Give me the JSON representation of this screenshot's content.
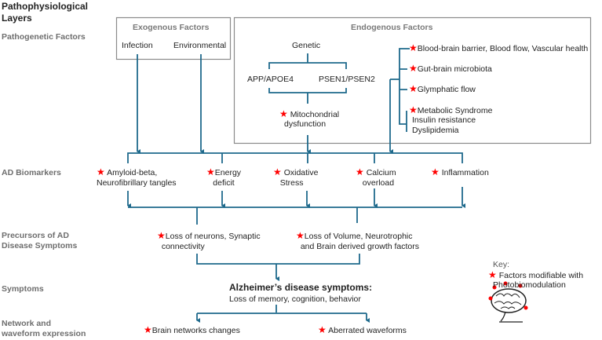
{
  "layers": {
    "title": "Pathophysiological Layers",
    "pathogenetic": "Pathogenetic Factors",
    "biomarkers": "AD Biomarkers",
    "precursors_1": "Precursors of AD",
    "precursors_2": "Disease Symptoms",
    "symptoms": "Symptoms",
    "network_1": "Network and",
    "network_2": "waveform expression"
  },
  "exogenous": {
    "title": "Exogenous Factors",
    "items": [
      "Infection",
      "Environmental"
    ]
  },
  "endogenous": {
    "title": "Endogenous Factors",
    "genetic": "Genetic",
    "genes": [
      "APP/APOE4",
      "PSEN1/PSEN2"
    ],
    "mito_1": "Mitochondrial",
    "mito_2": "dysfunction",
    "factors": [
      "Blood-brain barrier, Blood flow, Vascular health",
      "Gut-brain microbiota",
      "Glymphatic flow",
      "Metabolic Syndrome"
    ],
    "metabolic_sub": [
      "Insulin resistance",
      "Dyslipidemia"
    ]
  },
  "biomarkers": [
    {
      "l1": "Amyloid-beta,",
      "l2": "Neurofibrillary tangles"
    },
    {
      "l1": "Energy",
      "l2": "deficit"
    },
    {
      "l1": "Oxidative",
      "l2": "Stress"
    },
    {
      "l1": "Calcium",
      "l2": "overload"
    },
    {
      "l1": "Inflammation",
      "l2": ""
    }
  ],
  "precursors": [
    {
      "l1": "Loss of neurons, Synaptic",
      "l2": "connectivity"
    },
    {
      "l1": "Loss of Volume, Neurotrophic",
      "l2": "and Brain derived growth factors"
    }
  ],
  "symptoms": {
    "title": "Alzheimer’s disease symptoms:",
    "sub": "Loss of memory, cognition, behavior"
  },
  "network": [
    "Brain networks changes",
    "Aberrated waveforms"
  ],
  "key": {
    "title": "Key:",
    "l1": "Factors modifiable with",
    "l2": "Photobiomodulation"
  },
  "star": "★",
  "colors": {
    "line": "#1f6a8c",
    "star": "#ff0000",
    "box": "#8a8a8a"
  }
}
